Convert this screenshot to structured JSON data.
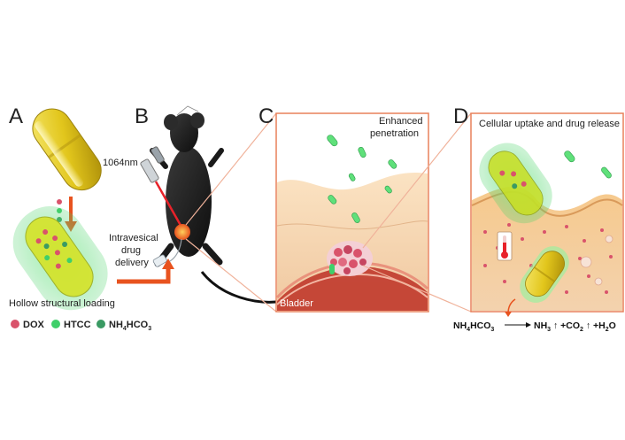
{
  "panels": {
    "a": {
      "letter": "A",
      "caption": "Hollow structural loading"
    },
    "b": {
      "letter": "B",
      "laser": "1064nm",
      "delivery_line1": "Intravesical",
      "delivery_line2": "drug",
      "delivery_line3": "delivery"
    },
    "c": {
      "letter": "C",
      "title_line1": "Enhanced",
      "title_line2": "penetration",
      "organ": "Bladder"
    },
    "d": {
      "letter": "D",
      "title": "Cellular uptake and drug release"
    }
  },
  "legend": [
    {
      "label": "DOX",
      "color": "#d9536b"
    },
    {
      "label": "HTCC",
      "color": "#3fcf6a"
    },
    {
      "label": "NH4HCO3",
      "color": "#3a9a63"
    }
  ],
  "equation": {
    "reactant": "NH4HCO3",
    "products": "NH3 ↑ +CO2 ↑ +H2O"
  },
  "colors": {
    "capsule_yellow": "#e0c21a",
    "coating_green": "#5fe07a",
    "tissue_peach": "#f2c79a",
    "frame_orange": "#e8805a",
    "arrow_orange": "#e8531f"
  }
}
